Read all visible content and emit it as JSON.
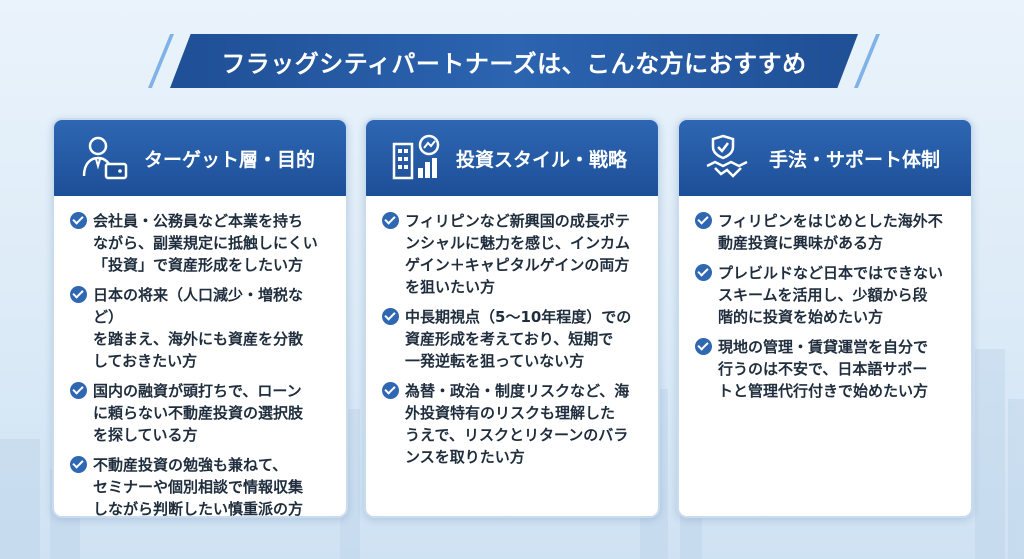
{
  "title": "フラッグシティパートナーズは、こんな方におすすめ",
  "colors": {
    "primary": "#1f4f95",
    "accent": "#2f67b2",
    "background": "#dcebf7"
  },
  "cards": [
    {
      "icon": "businessman-wallet-icon",
      "title": "ターゲット層・目的",
      "items": [
        "会社員・公務員など本業を持ち\nながら、副業規定に抵触しにくい\n「投資」で資産形成をしたい方",
        "日本の将来（人口減少・増税など）\nを踏まえ、海外にも資産を分散\nしておきたい方",
        "国内の融資が頭打ちで、ローン\nに頼らない不動産投資の選択肢\nを探している方",
        "不動産投資の勉強も兼ねて、\nセミナーや個別相談で情報収集\nしながら判断したい慎重派の方"
      ]
    },
    {
      "icon": "building-growth-chart-icon",
      "title": "投資スタイル・戦略",
      "items": [
        "フィリピンなど新興国の成長ポテ\nンシャルに魅力を感じ、インカム\nゲイン＋キャピタルゲインの両方\nを狙いたい方",
        "中長期視点（5〜10年程度）での\n資産形成を考えており、短期で\n一発逆転を狙っていない方",
        "為替・政治・制度リスクなど、海\n外投資特有のリスクも理解した\nうえで、リスクとリターンのバラ\nンスを取りたい方"
      ]
    },
    {
      "icon": "shield-handshake-icon",
      "title": "手法・サポート体制",
      "items": [
        "フィリピンをはじめとした海外不\n動産投資に興味がある方",
        "プレビルドなど日本ではできない\nスキームを活用し、少額から段\n階的に投資を始めたい方",
        "現地の管理・賃貸運営を自分で\n行うのは不安で、日本語サポー\nトと管理代行付きで始めたい方"
      ]
    }
  ]
}
